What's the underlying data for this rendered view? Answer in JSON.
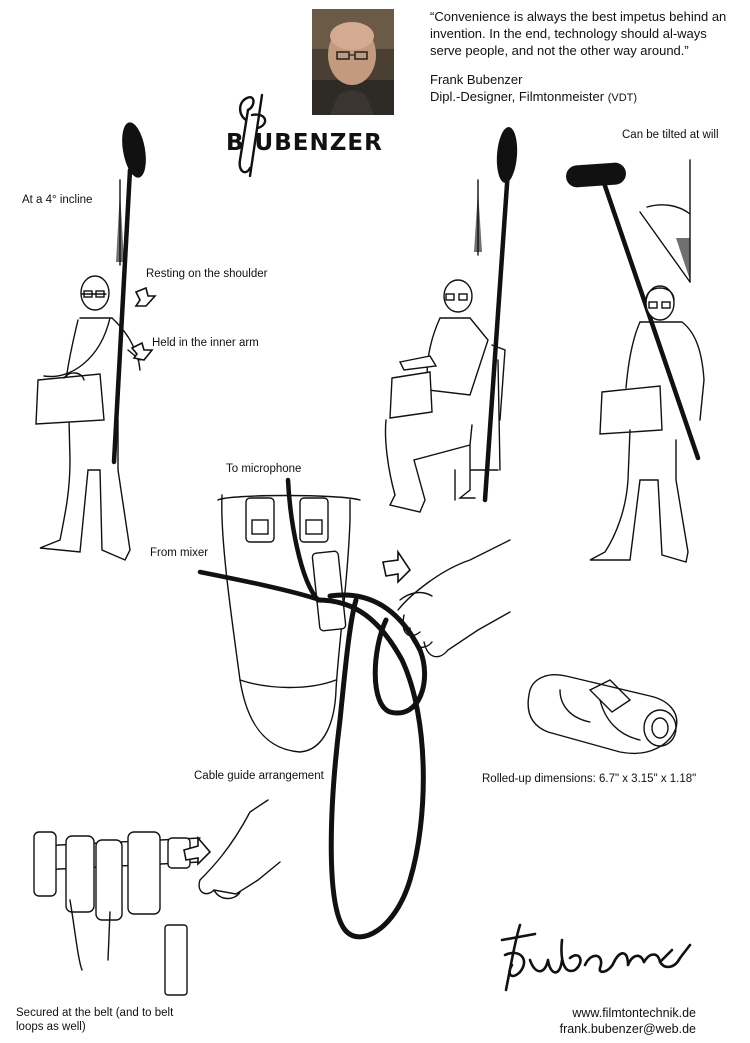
{
  "brand": {
    "wordmark": "UBENZER",
    "initial": "B"
  },
  "quote": {
    "text": "“Convenience is always the best impetus behind an invention. In the end, technology should al-ways serve people, and not the other way around.”",
    "author": "Frank Bubenzer",
    "title": "Dipl.-Designer, Filmtonmeister",
    "title_suffix": "(VDT)"
  },
  "captions": {
    "incline": "At a 4° incline",
    "shoulder": "Resting on the shoulder",
    "inner_arm": "Held in the inner arm",
    "tilt": "Can be tilted at will",
    "to_mic": "To microphone",
    "from_mixer": "From mixer",
    "cable_guide": "Cable guide arrangement",
    "rolled": "Rolled-up dimensions: 6.7\" x 3.15\" x 1.18\"",
    "belt": "Secured at the belt (and to belt loops as well)"
  },
  "contact": {
    "website": "www.filmtontechnik.de",
    "email": "frank.bubenzer@web.de"
  },
  "colors": {
    "ink": "#111111",
    "photo_bg": "#5a4b3c",
    "skin": "#c9a185"
  }
}
